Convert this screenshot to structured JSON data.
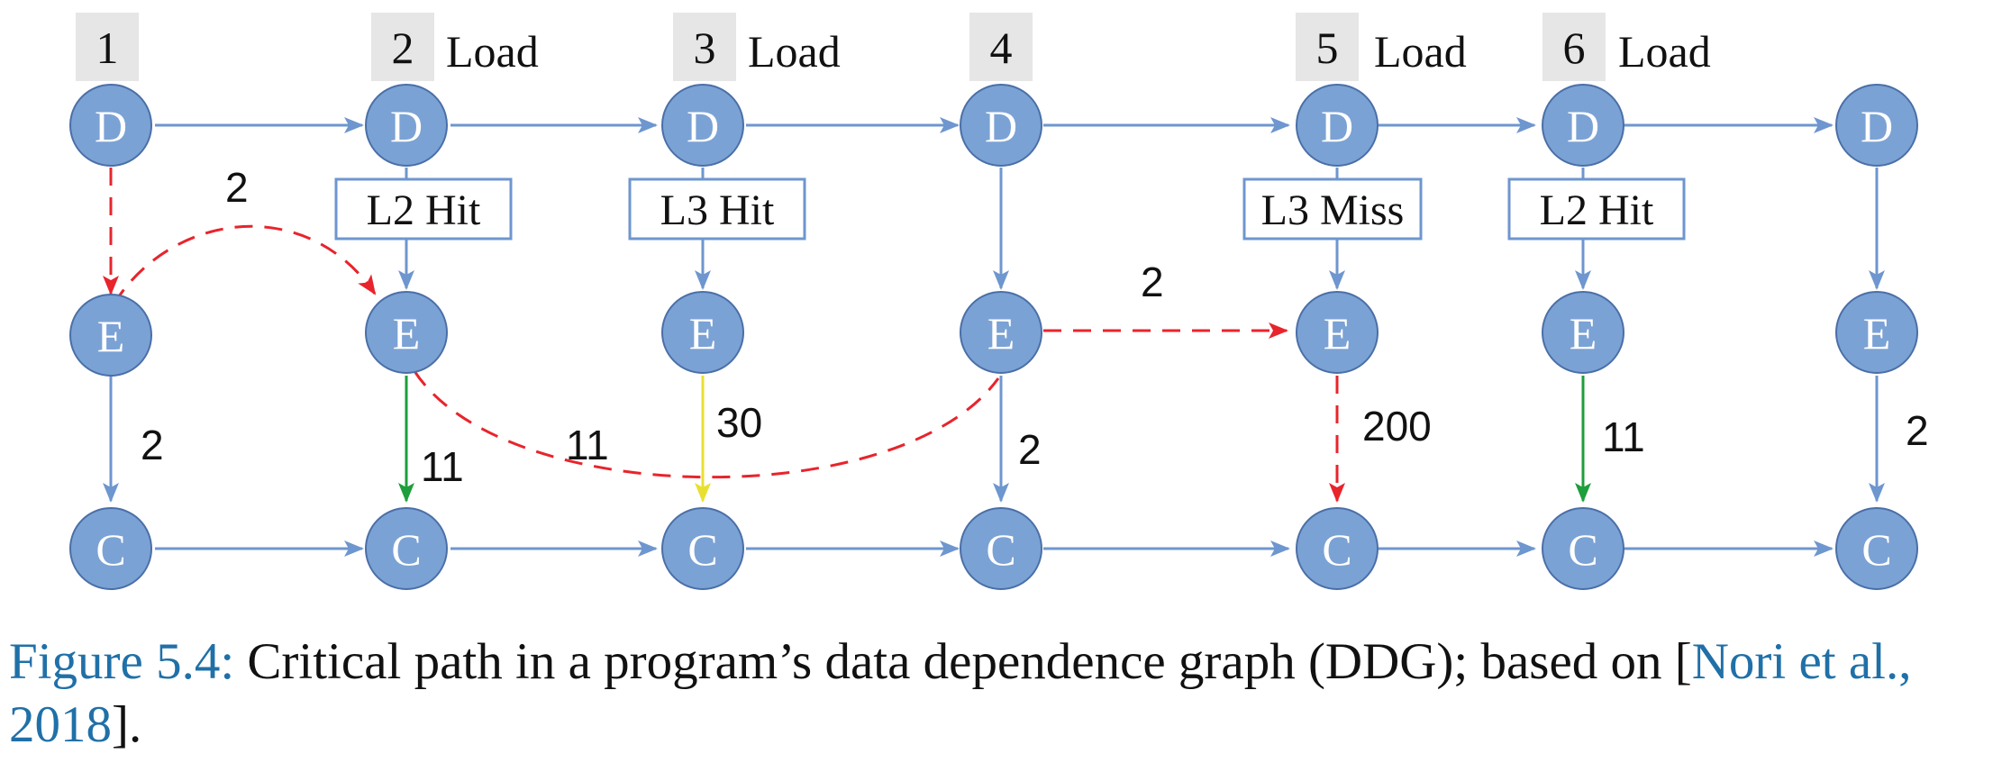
{
  "figure": {
    "columns": [
      {
        "number": "1",
        "load": "",
        "cache": ""
      },
      {
        "number": "2",
        "load": "Load",
        "cache": "L2 Hit"
      },
      {
        "number": "3",
        "load": "Load",
        "cache": "L3 Hit"
      },
      {
        "number": "4",
        "load": "",
        "cache": ""
      },
      {
        "number": "5",
        "load": "Load",
        "cache": "L3 Miss"
      },
      {
        "number": "6",
        "load": "Load",
        "cache": "L2 Hit"
      },
      {
        "number": "",
        "load": "",
        "cache": ""
      }
    ],
    "node_letters": {
      "dispatch": "D",
      "execute": "E",
      "commit": "C"
    },
    "edge_labels": {
      "e1_c1": "2",
      "e1_e2": "2",
      "e2_c2": "11",
      "e2_e4": "11",
      "e3_c3": "30",
      "e4_c4": "2",
      "e4_e5": "2",
      "e5_c5": "200",
      "e6_c6": "11",
      "e7_c7": "2"
    },
    "colors": {
      "node_fill": "#7ba2d4",
      "edge_default": "#6e96cf",
      "critical_path": "#e8242c",
      "l2_hit": "#1e9e3c",
      "l3_hit": "#e8e030"
    }
  },
  "caption": {
    "figure_label": "Figure 5.4:",
    "text": " Critical path in a program’s data dependence graph (DDG); based on [",
    "citation": "Nori et al., 2018",
    "end": "]."
  }
}
